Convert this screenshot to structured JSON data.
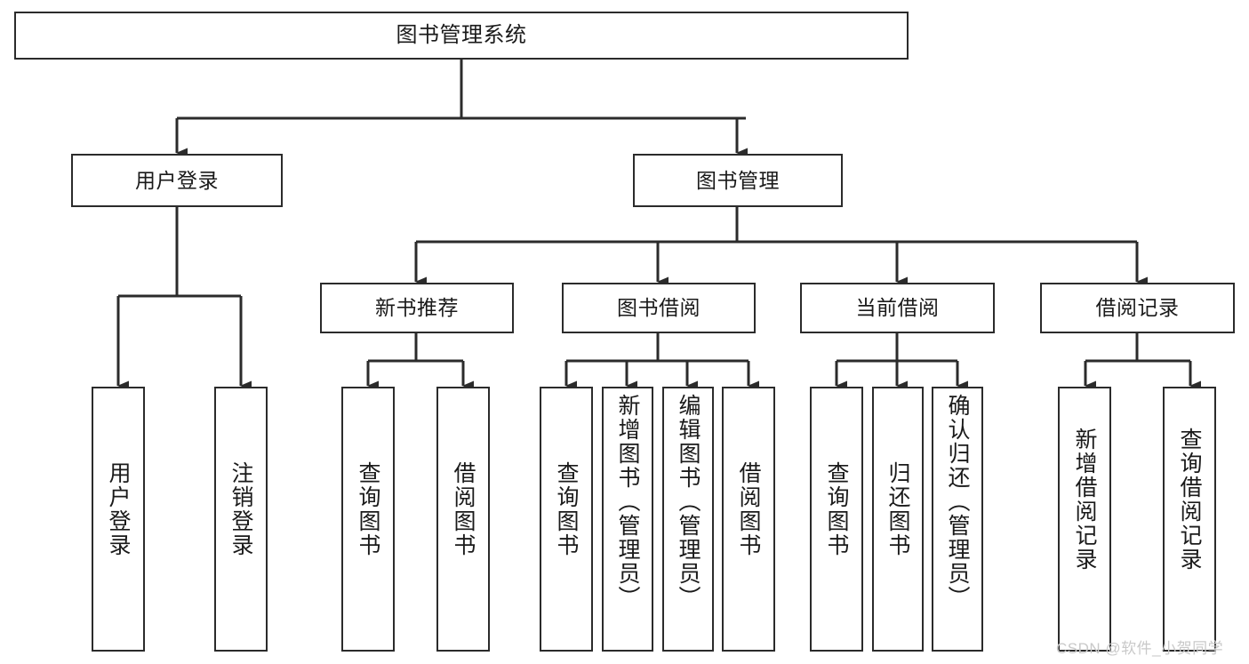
{
  "diagram": {
    "type": "hierarchy-tree",
    "title": "图书管理系统",
    "root": {
      "id": "root",
      "label": "图书管理系统"
    },
    "level2": [
      {
        "id": "user-login",
        "label": "用户登录"
      },
      {
        "id": "book-manage",
        "label": "图书管理"
      }
    ],
    "level3": [
      {
        "id": "new-book-rec",
        "label": "新书推荐",
        "parent": "book-manage"
      },
      {
        "id": "book-borrow",
        "label": "图书借阅",
        "parent": "book-manage"
      },
      {
        "id": "current-borrow",
        "label": "当前借阅",
        "parent": "book-manage"
      },
      {
        "id": "borrow-record",
        "label": "借阅记录",
        "parent": "book-manage"
      }
    ],
    "leaves": [
      {
        "id": "leaf-user-login",
        "label": "用户登录",
        "parent": "user-login"
      },
      {
        "id": "leaf-user-logout",
        "label": "注销登录",
        "parent": "user-login"
      },
      {
        "id": "leaf-query-book-1",
        "label": "查询图书",
        "parent": "new-book-rec"
      },
      {
        "id": "leaf-borrow-book-1",
        "label": "借阅图书",
        "parent": "new-book-rec"
      },
      {
        "id": "leaf-query-book-2",
        "label": "查询图书",
        "parent": "book-borrow"
      },
      {
        "id": "leaf-add-book",
        "label": "新增图书（管理员）",
        "parent": "book-borrow"
      },
      {
        "id": "leaf-edit-book",
        "label": "编辑图书（管理员）",
        "parent": "book-borrow"
      },
      {
        "id": "leaf-borrow-book-2",
        "label": "借阅图书",
        "parent": "book-borrow"
      },
      {
        "id": "leaf-query-book-3",
        "label": "查询图书",
        "parent": "current-borrow"
      },
      {
        "id": "leaf-return-book",
        "label": "归还图书",
        "parent": "current-borrow"
      },
      {
        "id": "leaf-confirm-return",
        "label": "确认归还（管理员）",
        "parent": "current-borrow"
      },
      {
        "id": "leaf-add-record",
        "label": "新增借阅记录",
        "parent": "borrow-record"
      },
      {
        "id": "leaf-query-record",
        "label": "查询借阅记录",
        "parent": "borrow-record"
      }
    ],
    "colors": {
      "stroke": "#2b2b2b",
      "fill": "#ffffff",
      "text": "#1a1a1a",
      "watermark": "#c9c9c9"
    }
  },
  "watermark": {
    "text": "CSDN @软件_小贺同学"
  }
}
